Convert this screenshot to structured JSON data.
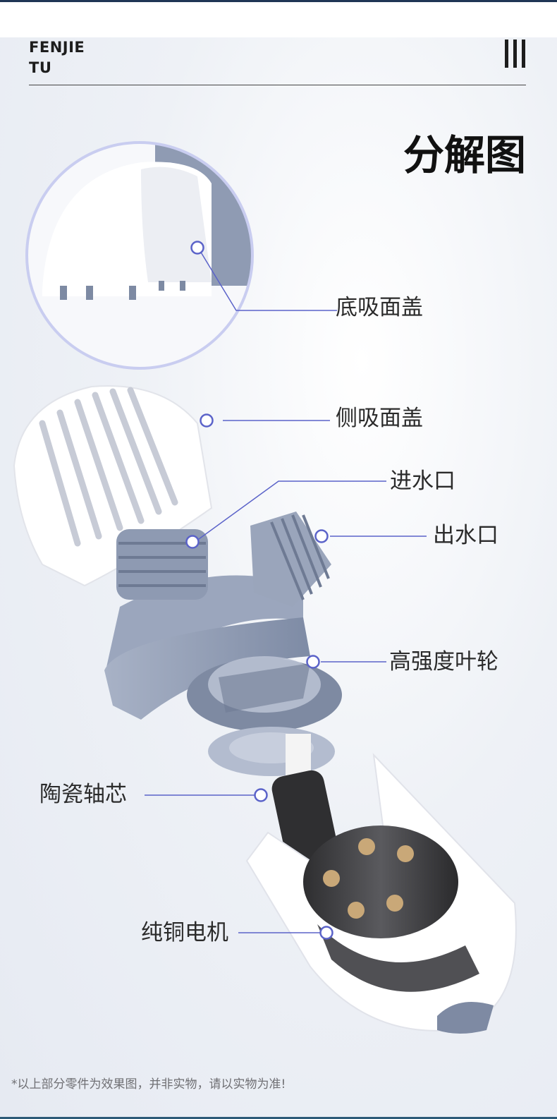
{
  "brand": {
    "line1": "FENJIE",
    "line2": "TU"
  },
  "menu_icon": "vertical-bars-icon",
  "title": "分解图",
  "labels": {
    "bottom_cover": "底吸面盖",
    "side_cover": "侧吸面盖",
    "inlet": "进水口",
    "outlet": "出水口",
    "impeller": "高强度叶轮",
    "ceramic_shaft": "陶瓷轴芯",
    "copper_motor": "纯铜电机"
  },
  "footnote": "*以上部分零件为效果图，并非实物，请以实物为准!",
  "colors": {
    "accent": "#5b63c9",
    "part_gray": "#8f9bb3",
    "part_white": "#fafafa",
    "dark": "#1d1d1d"
  }
}
